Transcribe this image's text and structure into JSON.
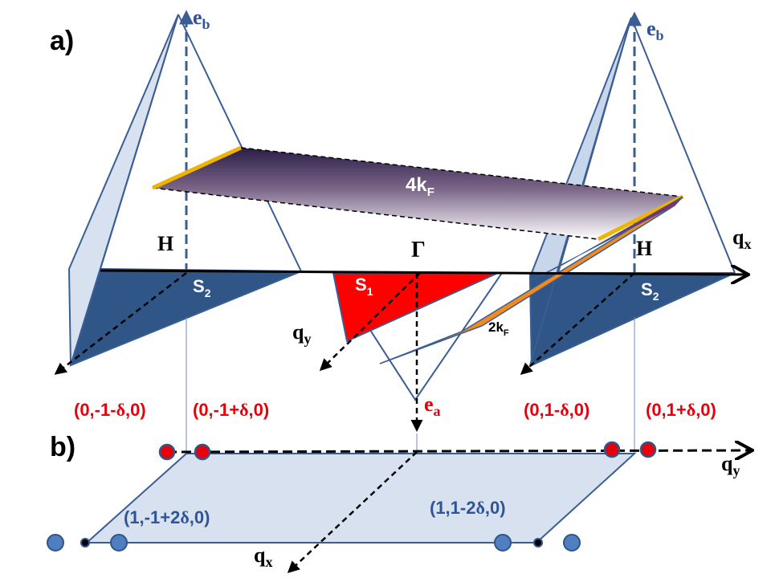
{
  "panels": {
    "a": "a)",
    "b": "b)"
  },
  "axes": {
    "eb": {
      "base": "e",
      "sub": "b"
    },
    "ea": {
      "base": "e",
      "sub": "a"
    },
    "qx": {
      "base": "q",
      "sub": "x"
    },
    "qy": {
      "base": "q",
      "sub": "y"
    }
  },
  "labels": {
    "gamma": "Γ",
    "H": "H",
    "S1": {
      "base": "S",
      "sub": "1"
    },
    "S2": {
      "base": "S",
      "sub": "2"
    },
    "k4F": {
      "base": "4k",
      "sub": "F"
    },
    "k2F": {
      "base": "2k",
      "sub": "F"
    }
  },
  "wavevectors_red": [
    {
      "pre": "(0,-1-",
      "delta": "δ",
      "post": ",0)"
    },
    {
      "pre": "(0,-1+",
      "delta": "δ",
      "post": ",0)"
    },
    {
      "pre": "(0,1-",
      "delta": "δ",
      "post": ",0)"
    },
    {
      "pre": "(0,1+",
      "delta": "δ",
      "post": ",0)"
    }
  ],
  "wavevectors_blue": [
    {
      "pre": "(1,-1+2",
      "delta": "δ",
      "post": ",0)"
    },
    {
      "pre": "(1,1-2",
      "delta": "δ",
      "post": ",0)"
    }
  ],
  "colors": {
    "outline": "#3a5e94",
    "dark_fill": "#2f5687",
    "light_fill": "#d7e1ef",
    "red": "#ff0000",
    "orange": "#f28a1e",
    "gold": "#f0b400",
    "blue_label": "#2e5597",
    "red_label": "#e8000b",
    "dot_blue": "#4f7fc0"
  }
}
